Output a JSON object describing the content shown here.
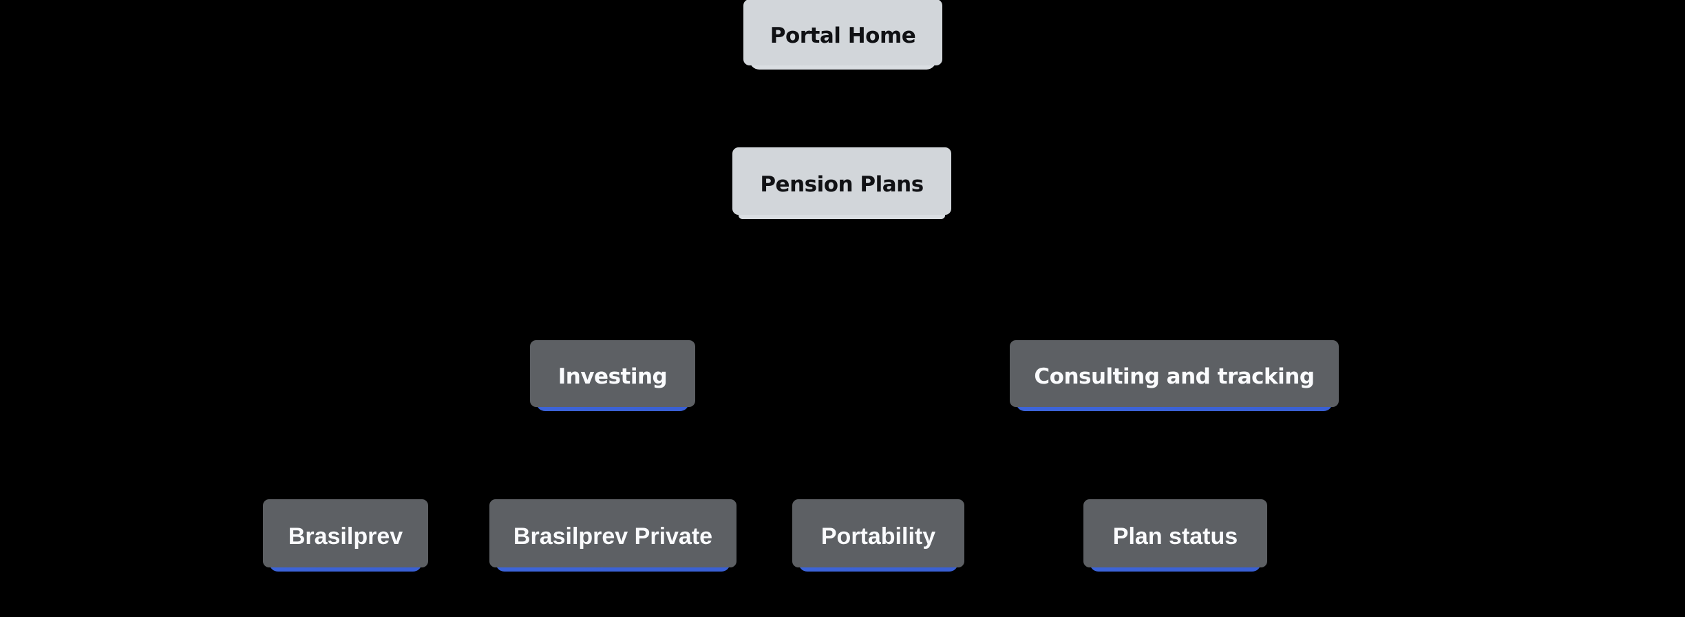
{
  "diagram": {
    "type": "flowchart",
    "orientation": "top-down",
    "background_color": "#000000",
    "colors": {
      "root_node_bg": "#dfe3e6",
      "root_node_text": "#101114",
      "branch_node_bg": "#3c64d9",
      "branch_node_text": "#fafbfd",
      "shadow_on_blue": "#5d6064",
      "shadow_on_gray": "#d2d6da"
    },
    "levels": [
      {
        "row": 1,
        "nodes": [
          {
            "id": "portal-home",
            "label": "Portal Home",
            "style": "gray"
          }
        ]
      },
      {
        "row": 2,
        "nodes": [
          {
            "id": "pension-plans",
            "label": "Pension Plans",
            "style": "gray"
          }
        ]
      },
      {
        "row": 3,
        "nodes": [
          {
            "id": "investing",
            "label": "Investing",
            "style": "blue"
          },
          {
            "id": "consulting-and-tracking",
            "label": "Consulting and tracking",
            "style": "blue"
          }
        ]
      },
      {
        "row": 4,
        "nodes": [
          {
            "id": "brasilprev",
            "label": "Brasilprev",
            "style": "blue"
          },
          {
            "id": "brasilprev-private",
            "label": "Brasilprev Private",
            "style": "blue"
          },
          {
            "id": "portability",
            "label": "Portability",
            "style": "blue"
          },
          {
            "id": "plan-status",
            "label": "Plan status",
            "style": "blue"
          }
        ]
      }
    ]
  }
}
